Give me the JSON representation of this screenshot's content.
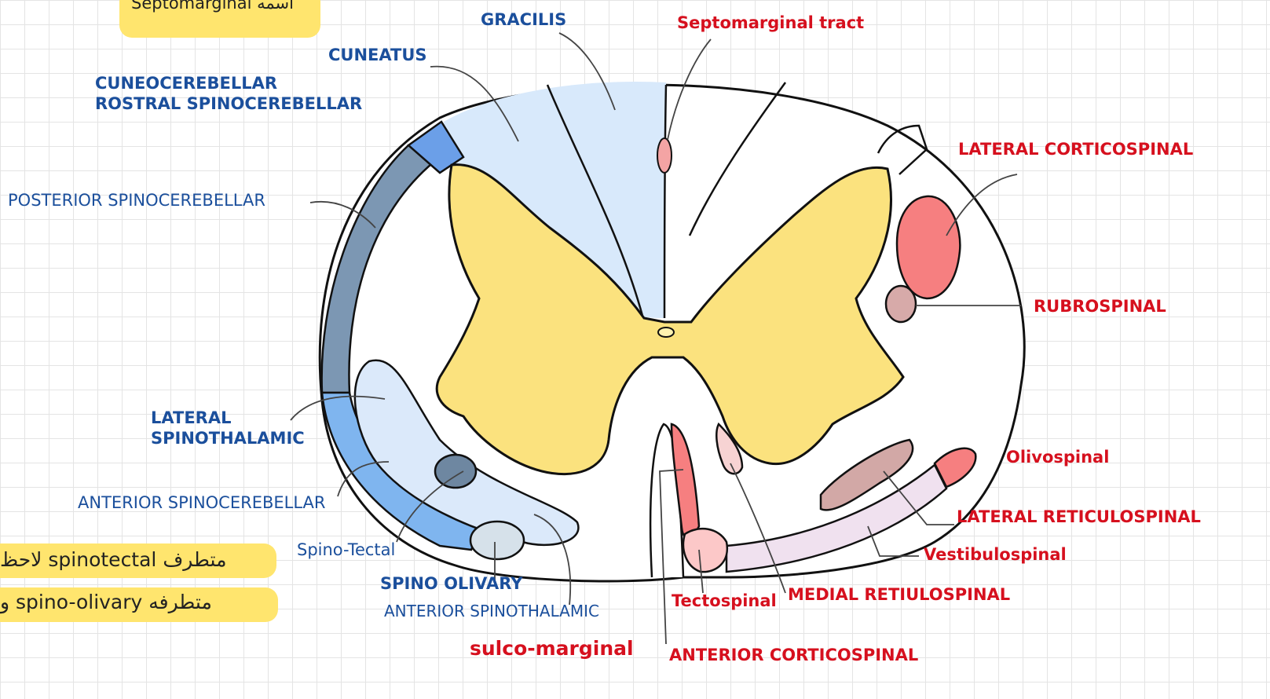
{
  "notes": {
    "top": "Septomarginal اسمه",
    "line1": "لاحظ spinotectal متطرف",
    "line2": "و spino-olivary متطرفه"
  },
  "labels": {
    "gracilis": "GRACILIS",
    "cuneatus": "CUNEATUS",
    "cuneocerebellar": "CUNEOCEREBELLAR",
    "rostral_spinocerebellar": "ROSTRAL SPINOCEREBELLAR",
    "posterior_spinocerebellar": "POSTERIOR SPINOCEREBELLAR",
    "lateral_spinothalamic_1": "LATERAL",
    "lateral_spinothalamic_2": "SPINOTHALAMIC",
    "anterior_spinocerebellar": "ANTERIOR SPINOCEREBELLAR",
    "spino_tectal": "Spino-Tectal",
    "spino_olivary": "SPINO OLIVARY",
    "anterior_spinothalamic": "ANTERIOR SPINOTHALAMIC",
    "sulco_marginal": "sulco-marginal",
    "septomarginal_tract": "Septomarginal tract",
    "lateral_corticospinal": "LATERAL CORTICOSPINAL",
    "rubrospinal": "RUBROSPINAL",
    "olivospinal": "Olivospinal",
    "lateral_reticulospinal": "LATERAL RETICULOSPINAL",
    "vestibulospinal": "Vestibulospinal",
    "medial_reticulospinal": "MEDIAL RETIULOSPINAL",
    "tectospinal": "Tectospinal",
    "anterior_corticospinal": "ANTERIOR CORTICOSPINAL"
  },
  "colors": {
    "grey_matter": "#fbe27e",
    "dorsal_column": "#d8e9fb",
    "posterior_spinocerebellar": "#7c97b3",
    "anterior_spinocerebellar": "#7fb5ef",
    "motor_tract": "#f67f80",
    "rubrospinal": "#d7aaa9",
    "vestibulospinal": "#f0e1ef",
    "label_blue": "#1b4f9c",
    "label_red": "#d6101e",
    "highlight": "#ffe56e"
  }
}
